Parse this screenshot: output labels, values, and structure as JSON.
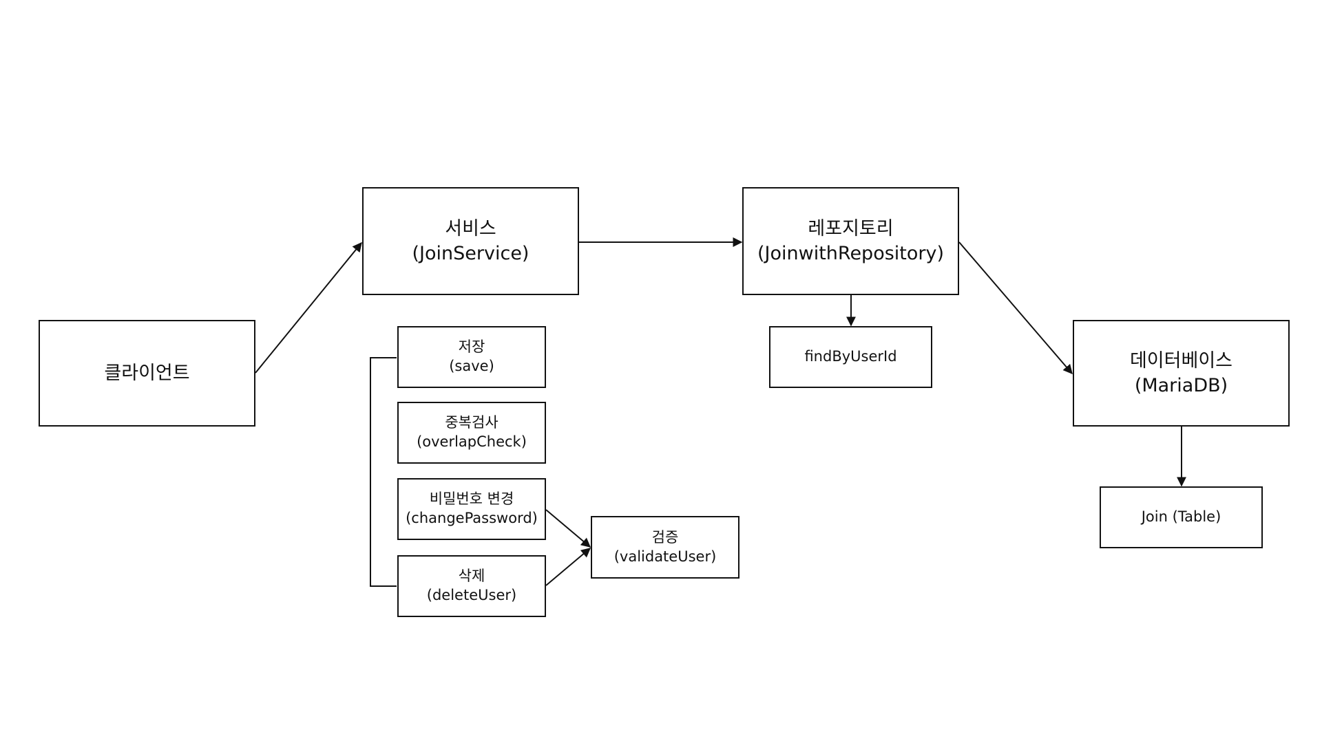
{
  "diagram": {
    "client": {
      "label": "클라이언트"
    },
    "service": {
      "line1": "서비스",
      "line2": "(JoinService)"
    },
    "repository": {
      "line1": "레포지토리",
      "line2": "(JoinwithRepository)"
    },
    "database": {
      "line1": "데이터베이스",
      "line2": "(MariaDB)"
    },
    "service_methods": [
      {
        "line1": "저장",
        "line2": "(save)"
      },
      {
        "line1": "중복검사",
        "line2": "(overlapCheck)"
      },
      {
        "line1": "비밀번호 변경",
        "line2": "(changePassword)"
      },
      {
        "line1": "삭제",
        "line2": "(deleteUser)"
      }
    ],
    "validate": {
      "line1": "검증",
      "line2": "(validateUser)"
    },
    "repository_method": {
      "label": "findByUserId"
    },
    "table": {
      "label": "Join (Table)"
    },
    "edges": [
      {
        "from": "client",
        "to": "service",
        "arrow": true
      },
      {
        "from": "service",
        "to": "repository",
        "arrow": true
      },
      {
        "from": "repository",
        "to": "database",
        "arrow": true
      },
      {
        "from": "repository",
        "to": "repository_method",
        "arrow": true
      },
      {
        "from": "database",
        "to": "table",
        "arrow": true
      },
      {
        "from": "changePassword",
        "to": "validate",
        "arrow": true
      },
      {
        "from": "deleteUser",
        "to": "validate",
        "arrow": true
      },
      {
        "from": "save",
        "to": "deleteUser",
        "arrow": false,
        "style": "bracket"
      }
    ]
  }
}
